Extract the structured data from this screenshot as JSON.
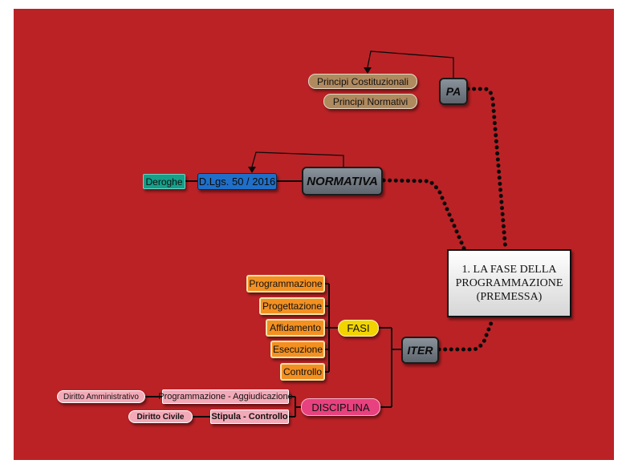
{
  "mindmap": {
    "root": "1. LA FASE DELLA PROGRAMMAZIONE (PREMESSA)",
    "pa": {
      "label": "PA",
      "children": [
        "Principi Costituzionali",
        "Principi Normativi"
      ]
    },
    "normativa": {
      "label": "NORMATIVA",
      "child": "D.Lgs. 50 / 2016",
      "grandchild": "Deroghe"
    },
    "iter": {
      "label": "ITER",
      "fasi": {
        "label": "FASI",
        "children": [
          "Programmazione",
          "Progettazione",
          "Affidamento",
          "Esecuzione",
          "Controllo"
        ]
      },
      "disciplina": {
        "label": "DISCIPLINA",
        "children": [
          {
            "label": "Programmazione - Aggiudicazione",
            "note": "Diritto Amministrativo"
          },
          {
            "label": "Stipula - Controllo",
            "note": "Diritto Civile"
          }
        ]
      }
    }
  },
  "colors": {
    "background": "#bb2226",
    "topic_gray": "#6f767e",
    "brown": "#b08a5f",
    "blue": "#1f6fc9",
    "teal": "#15a08a",
    "orange": "#f39021",
    "yellow": "#f2d400",
    "pink": "#f3aab8",
    "magenta": "#e8417f"
  }
}
